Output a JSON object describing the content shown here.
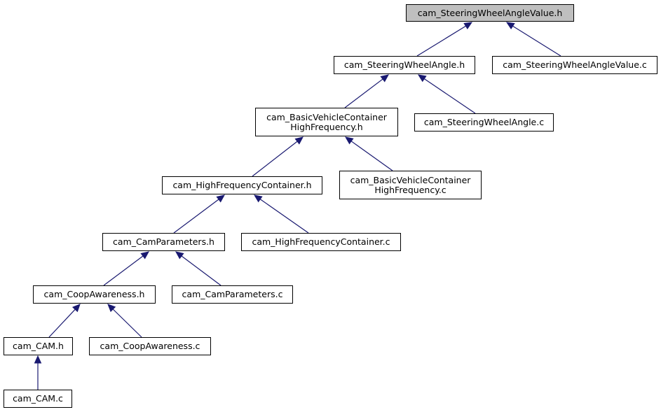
{
  "graph": {
    "edge_color": "#191970",
    "root_fill": "#bfbfbf",
    "nodes": {
      "root": {
        "lines": [
          "cam_SteeringWheelAngleValue.h"
        ]
      },
      "swa_h": {
        "lines": [
          "cam_SteeringWheelAngle.h"
        ]
      },
      "swav_c": {
        "lines": [
          "cam_SteeringWheelAngleValue.c"
        ]
      },
      "bvc_h": {
        "lines": [
          "cam_BasicVehicleContainer",
          "HighFrequency.h"
        ]
      },
      "swa_c": {
        "lines": [
          "cam_SteeringWheelAngle.c"
        ]
      },
      "hfc_h": {
        "lines": [
          "cam_HighFrequencyContainer.h"
        ]
      },
      "bvc_c": {
        "lines": [
          "cam_BasicVehicleContainer",
          "HighFrequency.c"
        ]
      },
      "cp_h": {
        "lines": [
          "cam_CamParameters.h"
        ]
      },
      "hfc_c": {
        "lines": [
          "cam_HighFrequencyContainer.c"
        ]
      },
      "coop_h": {
        "lines": [
          "cam_CoopAwareness.h"
        ]
      },
      "cp_c": {
        "lines": [
          "cam_CamParameters.c"
        ]
      },
      "cam_h": {
        "lines": [
          "cam_CAM.h"
        ]
      },
      "coop_c": {
        "lines": [
          "cam_CoopAwareness.c"
        ]
      },
      "cam_c": {
        "lines": [
          "cam_CAM.c"
        ]
      }
    },
    "edges": [
      {
        "from": "swa_h",
        "to": "root"
      },
      {
        "from": "swav_c",
        "to": "root"
      },
      {
        "from": "bvc_h",
        "to": "swa_h"
      },
      {
        "from": "swa_c",
        "to": "swa_h"
      },
      {
        "from": "hfc_h",
        "to": "bvc_h"
      },
      {
        "from": "bvc_c",
        "to": "bvc_h"
      },
      {
        "from": "cp_h",
        "to": "hfc_h"
      },
      {
        "from": "hfc_c",
        "to": "hfc_h"
      },
      {
        "from": "coop_h",
        "to": "cp_h"
      },
      {
        "from": "cp_c",
        "to": "cp_h"
      },
      {
        "from": "cam_h",
        "to": "coop_h"
      },
      {
        "from": "coop_c",
        "to": "coop_h"
      },
      {
        "from": "cam_c",
        "to": "cam_h"
      }
    ]
  }
}
